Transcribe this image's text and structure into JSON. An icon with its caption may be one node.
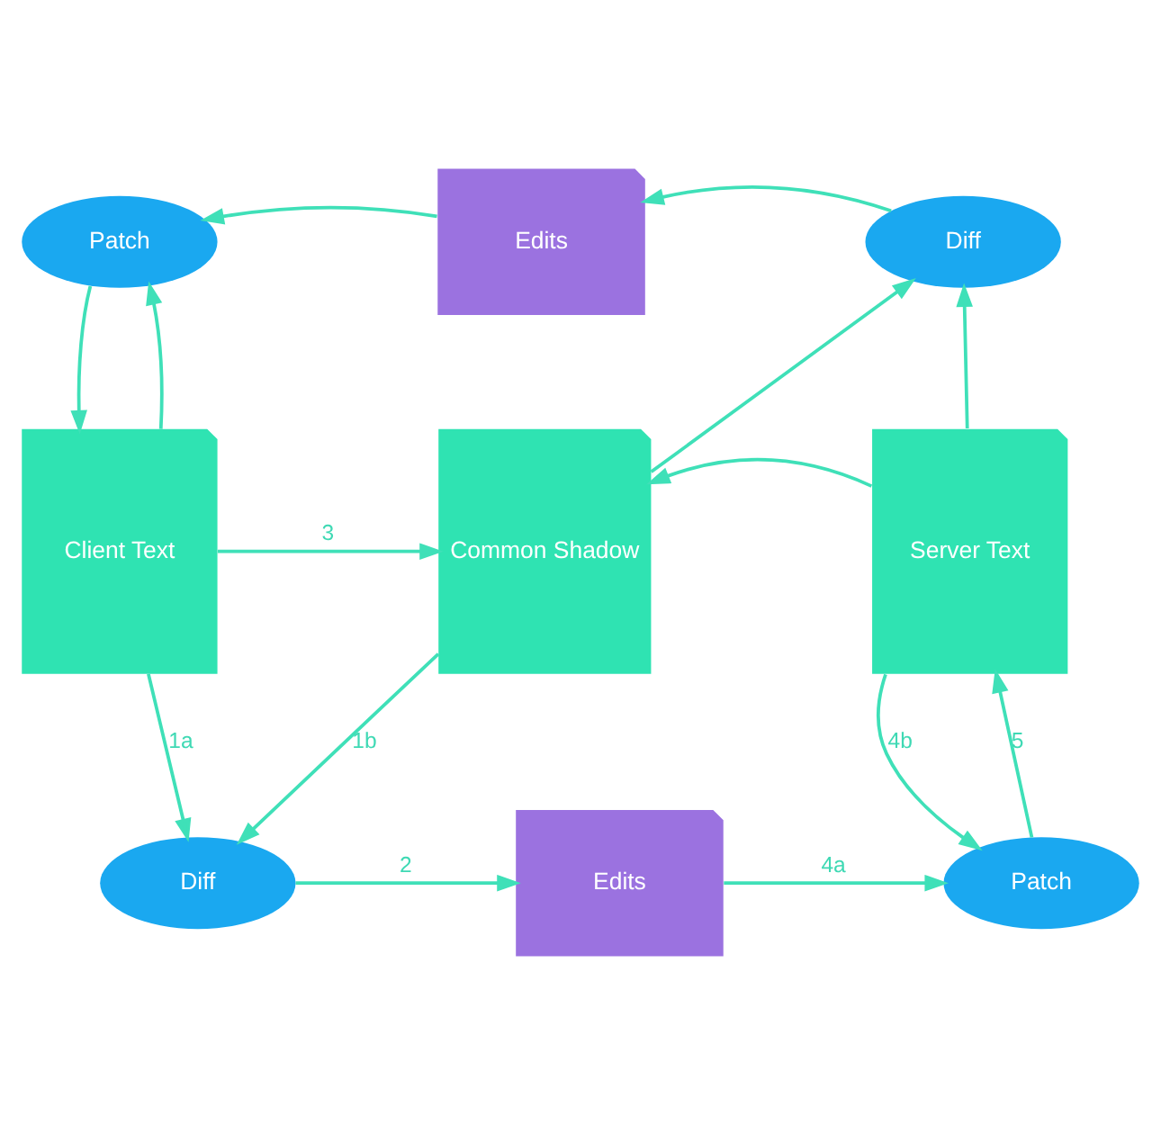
{
  "diagram": {
    "nodes": [
      {
        "text": [
          "Patch"
        ]
      },
      {
        "text": [
          "Edits"
        ]
      },
      {
        "text": [
          "Diff"
        ]
      },
      {
        "text": [
          "Client Text"
        ]
      },
      {
        "text": [
          "Common Shadow"
        ]
      },
      {
        "text": [
          "Server Text"
        ]
      },
      {
        "text": [
          "Diff"
        ]
      },
      {
        "text": [
          "Edits"
        ]
      },
      {
        "text": [
          "Patch"
        ]
      }
    ],
    "edges": [
      {
        "from": 1,
        "to": 0,
        "arrow": "to"
      },
      {
        "from": 2,
        "to": 1,
        "arrow": "to"
      },
      {
        "from": 0,
        "to": 3,
        "arrow": "to"
      },
      {
        "from": 3,
        "to": 0,
        "arrow": "to"
      },
      {
        "from": 4,
        "to": 2,
        "arrow": "to"
      },
      {
        "from": 5,
        "to": 2,
        "arrow": "to"
      },
      {
        "from": 3,
        "to": 4,
        "arrow": "to",
        "label": "3"
      },
      {
        "from": 5,
        "to": 4,
        "arrow": "to"
      },
      {
        "from": 3,
        "to": 6,
        "arrow": "to",
        "label": "1a"
      },
      {
        "from": 4,
        "to": 6,
        "arrow": "to",
        "label": "1b"
      },
      {
        "from": 6,
        "to": 7,
        "arrow": "to",
        "label": "2"
      },
      {
        "from": 7,
        "to": 8,
        "arrow": "to",
        "label": "4a"
      },
      {
        "from": 5,
        "to": 8,
        "arrow": "to",
        "label": "4b"
      },
      {
        "from": 8,
        "to": 5,
        "arrow": "to",
        "label": "5"
      }
    ]
  }
}
